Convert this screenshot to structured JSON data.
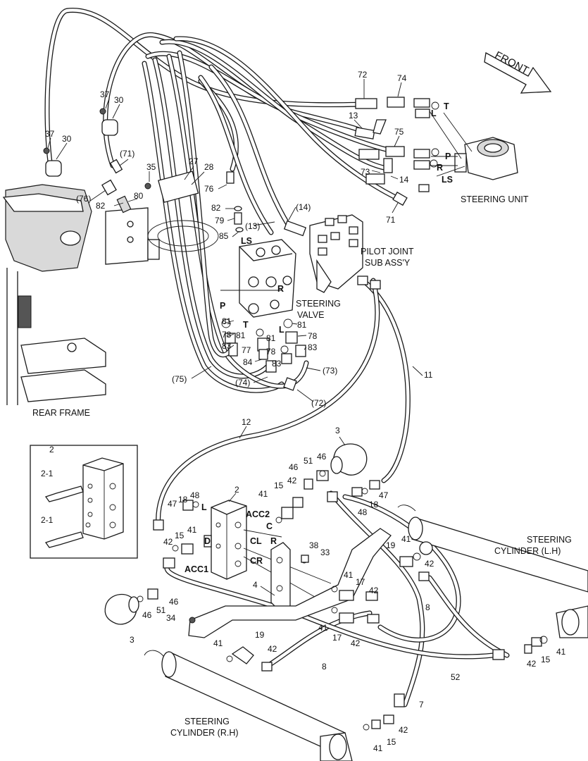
{
  "titles": {
    "front": "FRONT",
    "steering_unit": "STEERING UNIT",
    "pilot_joint_1": "PILOT JOINT",
    "pilot_joint_2": "SUB ASS'Y",
    "steering_valve_1": "STEERING",
    "steering_valve_2": "VALVE",
    "rear_frame": "REAR FRAME",
    "cyl_lh_1": "STEERING",
    "cyl_lh_2": "CYLINDER (L.H)",
    "cyl_rh_1": "STEERING",
    "cyl_rh_2": "CYLINDER (R.H)"
  },
  "port_labels": {
    "T_top": "T",
    "L_top": "L",
    "P_top": "P",
    "R_top": "R",
    "LS_top": "LS",
    "LS_valve": "LS",
    "R_valve": "R",
    "P_valve": "P",
    "T_valve": "T",
    "L_valve": "L",
    "ACC2": "ACC2",
    "ACC1": "ACC1",
    "C": "C",
    "CL": "CL",
    "R_block": "R",
    "CR": "CR",
    "D": "D",
    "L_block": "L"
  },
  "callouts": {
    "c72": "72",
    "c74": "74",
    "c13": "13",
    "c75": "75",
    "c73": "73",
    "c14": "14",
    "c71": "71",
    "c37a": "37",
    "c30a": "30",
    "c37b": "37",
    "c30b": "30",
    "c71p": "(71)",
    "c76p": "(76)",
    "c35": "35",
    "c27": "27",
    "c28": "28",
    "c82a": "82",
    "c80": "80",
    "c76": "76",
    "c82b": "82",
    "c79": "79",
    "c85": "85",
    "c13p": "(13)",
    "c14p": "(14)",
    "c81a": "81",
    "c78a": "78",
    "c83a": "83",
    "c81b": "81",
    "c81c": "81",
    "c78b": "78",
    "c77": "77",
    "c78c": "78",
    "c81d": "81",
    "c78d": "78",
    "c83b": "83",
    "c84": "84",
    "c83c": "83",
    "c75p": "(75)",
    "c74p": "(74)",
    "c73p": "(73)",
    "c72p": "(72)",
    "c11": "11",
    "c12": "12",
    "c3a": "3",
    "c46a": "46",
    "c51a": "51",
    "c46b": "46",
    "c42a": "42",
    "c15a": "15",
    "c41a": "41",
    "c47a": "47",
    "c18a": "18",
    "c48a": "48",
    "c2": "2",
    "c47b": "47",
    "c18b": "18",
    "c48b": "48",
    "c42b": "42",
    "c15b": "15",
    "c41b": "41",
    "c38": "38",
    "c33": "33",
    "c19a": "19",
    "c41c": "41",
    "c42c": "42",
    "c41d": "41",
    "c17a": "17",
    "c42d": "42",
    "c8a": "8",
    "c41e": "41",
    "c17b": "17",
    "c42e": "42",
    "c4": "4",
    "c46c": "46",
    "c51b": "51",
    "c46d": "46",
    "c3b": "3",
    "c34": "34",
    "c41f": "41",
    "c19b": "19",
    "c42f": "42",
    "c8b": "8",
    "c52": "52",
    "c42g": "42",
    "c15c": "15",
    "c41g": "41",
    "c7": "7",
    "c42h": "42",
    "c15d": "15",
    "c41h": "41",
    "inset_2": "2",
    "inset_21a": "2-1",
    "inset_21b": "2-1"
  }
}
